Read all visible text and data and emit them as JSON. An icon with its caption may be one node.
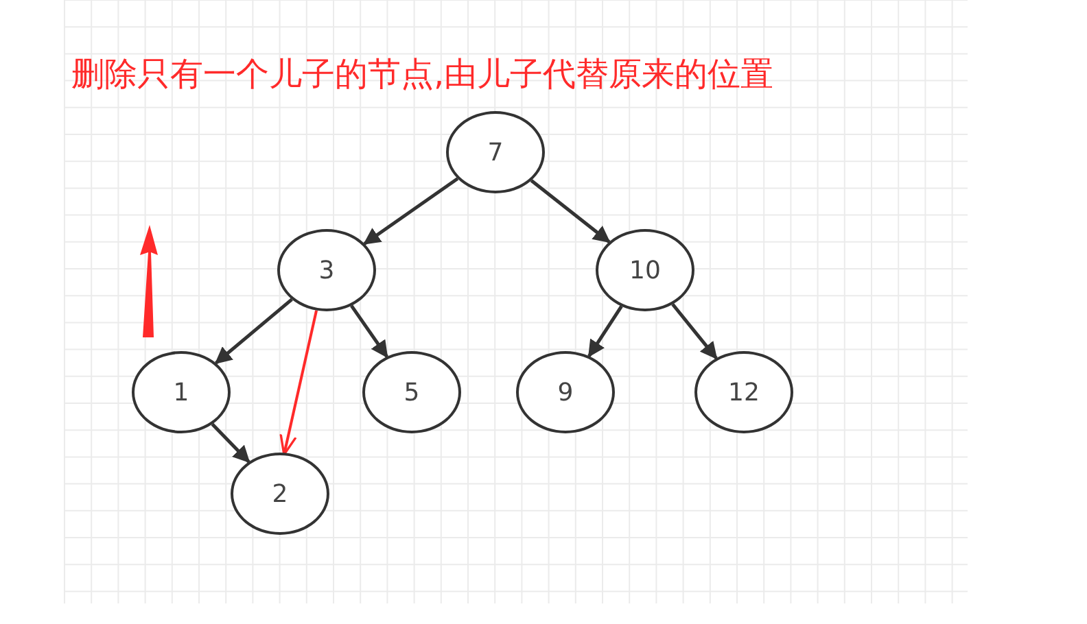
{
  "diagram": {
    "title": "删除只有一个儿子的节点,由儿子代替原来的位置",
    "nodes": [
      {
        "text": [
          "7"
        ]
      },
      {
        "text": [
          "3"
        ]
      },
      {
        "text": [
          "10"
        ]
      },
      {
        "text": [
          "1"
        ]
      },
      {
        "text": [
          "5"
        ]
      },
      {
        "text": [
          "9"
        ]
      },
      {
        "text": [
          "12"
        ]
      },
      {
        "text": [
          "2"
        ]
      }
    ],
    "edges": [
      {
        "from": 0,
        "to": 1,
        "arrow": "to"
      },
      {
        "from": 0,
        "to": 2,
        "arrow": "to"
      },
      {
        "from": 1,
        "to": 3,
        "arrow": "to"
      },
      {
        "from": 1,
        "to": 4,
        "arrow": "to"
      },
      {
        "from": 2,
        "to": 5,
        "arrow": "to"
      },
      {
        "from": 2,
        "to": 6,
        "arrow": "to"
      },
      {
        "from": 3,
        "to": 7,
        "arrow": "to"
      },
      {
        "from": 1,
        "to": 7,
        "arrow": "to",
        "color": "#ff2a2a"
      }
    ]
  }
}
